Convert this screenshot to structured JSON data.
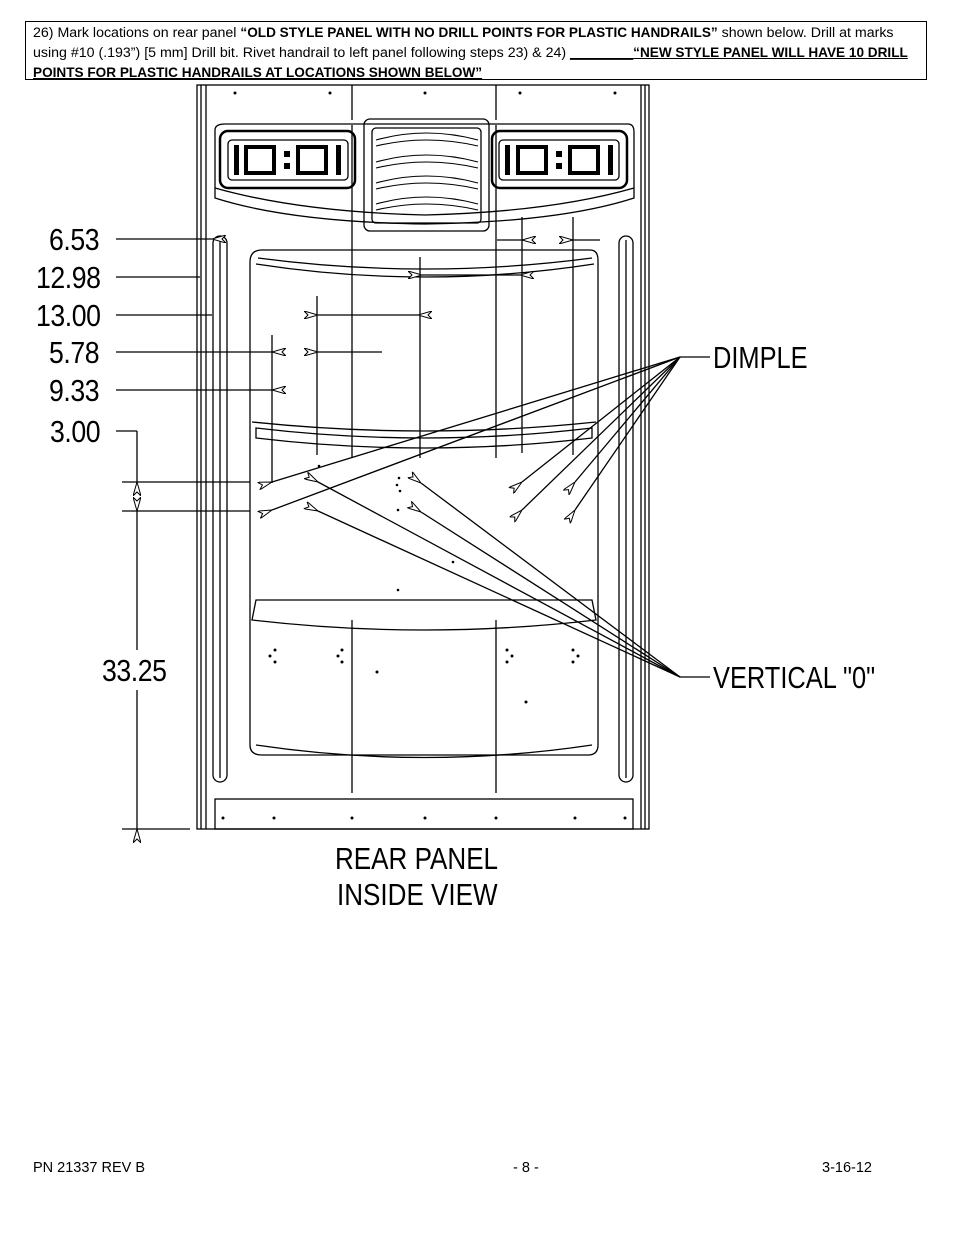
{
  "instruction": {
    "part1": "26) Mark locations on rear panel ",
    "bold1": "“OLD STYLE PANEL WITH NO DRILL POINTS FOR PLASTIC HANDRAILS”",
    "part2": " shown below. Drill at marks using #10 (.193”) [5 mm] Drill bit. Rivet handrail to left panel following steps 23) & 24) ",
    "underline_gap": "________",
    "bold2": "“NEW STYLE PANEL WILL HAVE 10 DRILL POINTS FOR PLASTIC HANDRAILS AT LOCATIONS SHOWN BELOW”"
  },
  "dimensions": {
    "d1": "6.53",
    "d2": "12.98",
    "d3": "13.00",
    "d4": "5.78",
    "d5": "9.33",
    "d6": "3.00",
    "d7": "33.25"
  },
  "callouts": {
    "dimple": "DIMPLE",
    "vertical": "VERTICAL \"0\""
  },
  "caption": {
    "line1": "REAR PANEL",
    "line2": "INSIDE VIEW"
  },
  "footer": {
    "part_number": "PN 21337 REV B",
    "page": "- 8 -",
    "date": "3-16-12"
  }
}
